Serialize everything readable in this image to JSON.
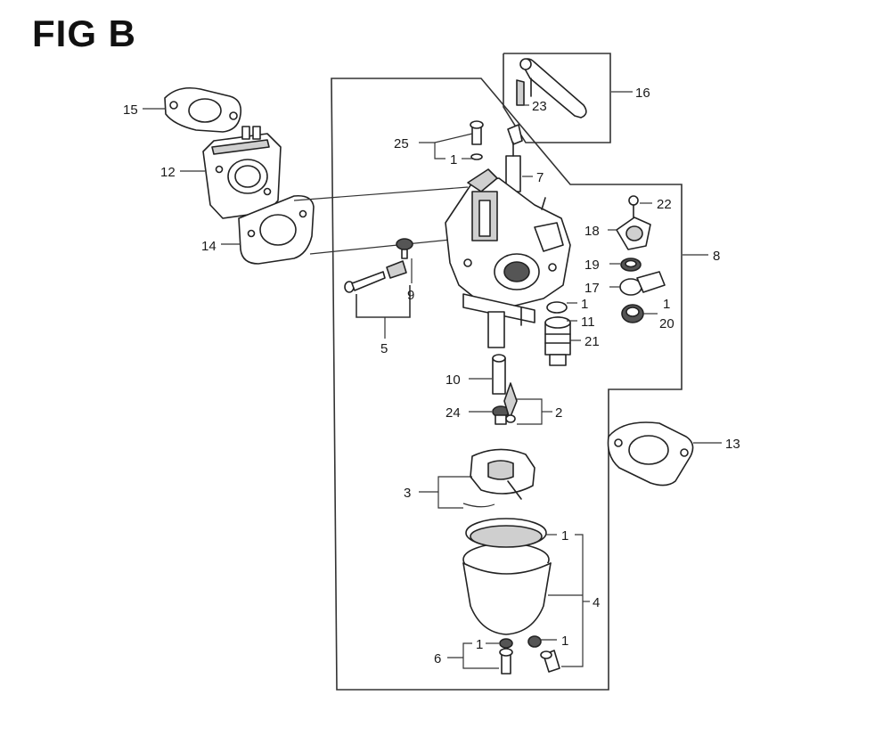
{
  "figure": {
    "title": "FIG B"
  },
  "labels": {
    "p1": "1",
    "p2": "2",
    "p3": "3",
    "p4": "4",
    "p5": "5",
    "p6": "6",
    "p7": "7",
    "p8": "8",
    "p9": "9",
    "p10": "10",
    "p11": "11",
    "p12": "12",
    "p13": "13",
    "p14": "14",
    "p15": "15",
    "p16": "16",
    "p17": "17",
    "p18": "18",
    "p19": "19",
    "p20": "20",
    "p21": "21",
    "p22": "22",
    "p23": "23",
    "p24": "24",
    "p25": "25"
  }
}
